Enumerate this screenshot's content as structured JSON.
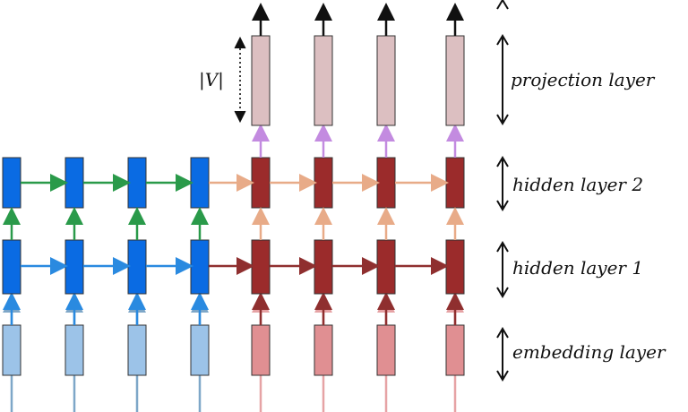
{
  "layers": {
    "projection": "projection layer",
    "hidden2": "hidden layer 2",
    "hidden1": "hidden layer 1",
    "embedding": "embedding layer"
  },
  "vocab_label": "|V|",
  "colors": {
    "encoder_hidden": "#0a6be3",
    "encoder_embedding": "#9cc3e8",
    "decoder_hidden": "#9b2b2b",
    "decoder_embedding": "#e08f92",
    "projection": "#dcbfc1",
    "green_arrow": "#2a9a4a",
    "blue_arrow": "#2a8ae0",
    "salmon_arrow": "#e8ab88",
    "darkred_arrow": "#8f2f2f",
    "purple_arrow": "#c38be0",
    "input_arrow": "#7ea7c8",
    "pink_input_arrow": "#e6a3a5"
  }
}
